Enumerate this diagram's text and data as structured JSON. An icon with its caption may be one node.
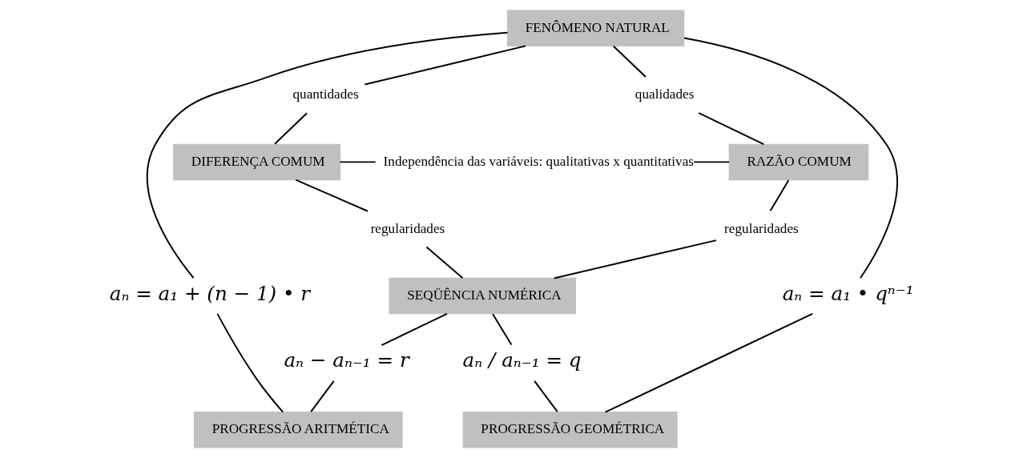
{
  "diagram": {
    "nodes": [
      {
        "text": [
          "FENÔMENO NATURAL"
        ]
      },
      {
        "text": [
          "quantidades"
        ]
      },
      {
        "text": [
          "qualidades"
        ]
      },
      {
        "text": [
          "DIFERENÇA COMUM"
        ]
      },
      {
        "text": [
          "Independência das variáveis: qualitativas x quantitativas"
        ]
      },
      {
        "text": [
          "RAZÃO COMUM"
        ]
      },
      {
        "text": [
          "regularidades"
        ]
      },
      {
        "text": [
          "regularidades"
        ]
      },
      {
        "text": [
          "SEQÜÊNCIA NUMÉRICA"
        ]
      },
      {
        "text": [
          "aₙ = a₁ + (n − 1) • r"
        ]
      },
      {
        "text": [
          "aₙ − aₙ₋₁ = r"
        ]
      },
      {
        "text": [
          "aₙ / aₙ₋₁ = q"
        ]
      },
      {
        "text": [
          "aₙ = a₁ • qⁿ⁻¹"
        ]
      },
      {
        "text": [
          "PROGRESSÃO ARITMÉTICA"
        ]
      },
      {
        "text": [
          "PROGRESSÃO GEOMÉTRICA"
        ]
      }
    ],
    "edges": [
      {
        "from": 0,
        "to": 1,
        "arrow": "none"
      },
      {
        "from": 1,
        "to": 3,
        "arrow": "none"
      },
      {
        "from": 0,
        "to": 2,
        "arrow": "none"
      },
      {
        "from": 2,
        "to": 5,
        "arrow": "none"
      },
      {
        "from": 3,
        "to": 4,
        "arrow": "none"
      },
      {
        "from": 4,
        "to": 5,
        "arrow": "none"
      },
      {
        "from": 3,
        "to": 6,
        "arrow": "none"
      },
      {
        "from": 6,
        "to": 8,
        "arrow": "none"
      },
      {
        "from": 5,
        "to": 7,
        "arrow": "none"
      },
      {
        "from": 7,
        "to": 8,
        "arrow": "none"
      },
      {
        "from": 0,
        "to": 9,
        "arrow": "none"
      },
      {
        "from": 9,
        "to": 13,
        "arrow": "none"
      },
      {
        "from": 8,
        "to": 10,
        "arrow": "none"
      },
      {
        "from": 10,
        "to": 13,
        "arrow": "none"
      },
      {
        "from": 8,
        "to": 11,
        "arrow": "none"
      },
      {
        "from": 11,
        "to": 14,
        "arrow": "none"
      },
      {
        "from": 0,
        "to": 12,
        "arrow": "none"
      },
      {
        "from": 12,
        "to": 14,
        "arrow": "none"
      }
    ]
  }
}
